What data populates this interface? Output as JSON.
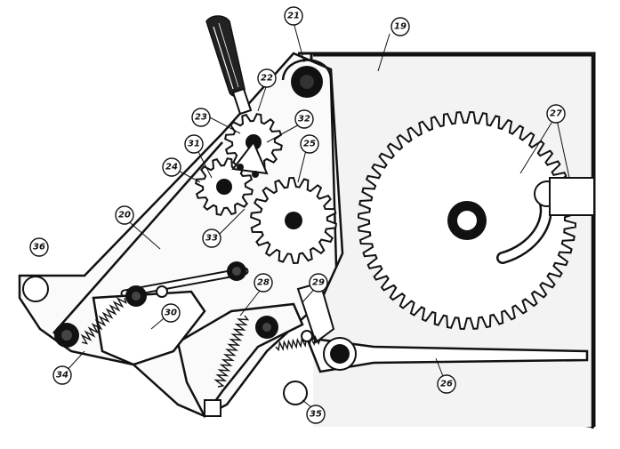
{
  "callouts": {
    "c19": "19",
    "c20": "20",
    "c21": "21",
    "c22": "22",
    "c23": "23",
    "c24": "24",
    "c25": "25",
    "c26": "26",
    "c27": "27",
    "c28": "28",
    "c29": "29",
    "c30": "30",
    "c31": "31",
    "c32": "32",
    "c33": "33",
    "c34": "34",
    "c35": "35",
    "c36": "36"
  },
  "colors": {
    "ink": "#111111",
    "paper": "#ffffff",
    "plate": "#ededed"
  }
}
